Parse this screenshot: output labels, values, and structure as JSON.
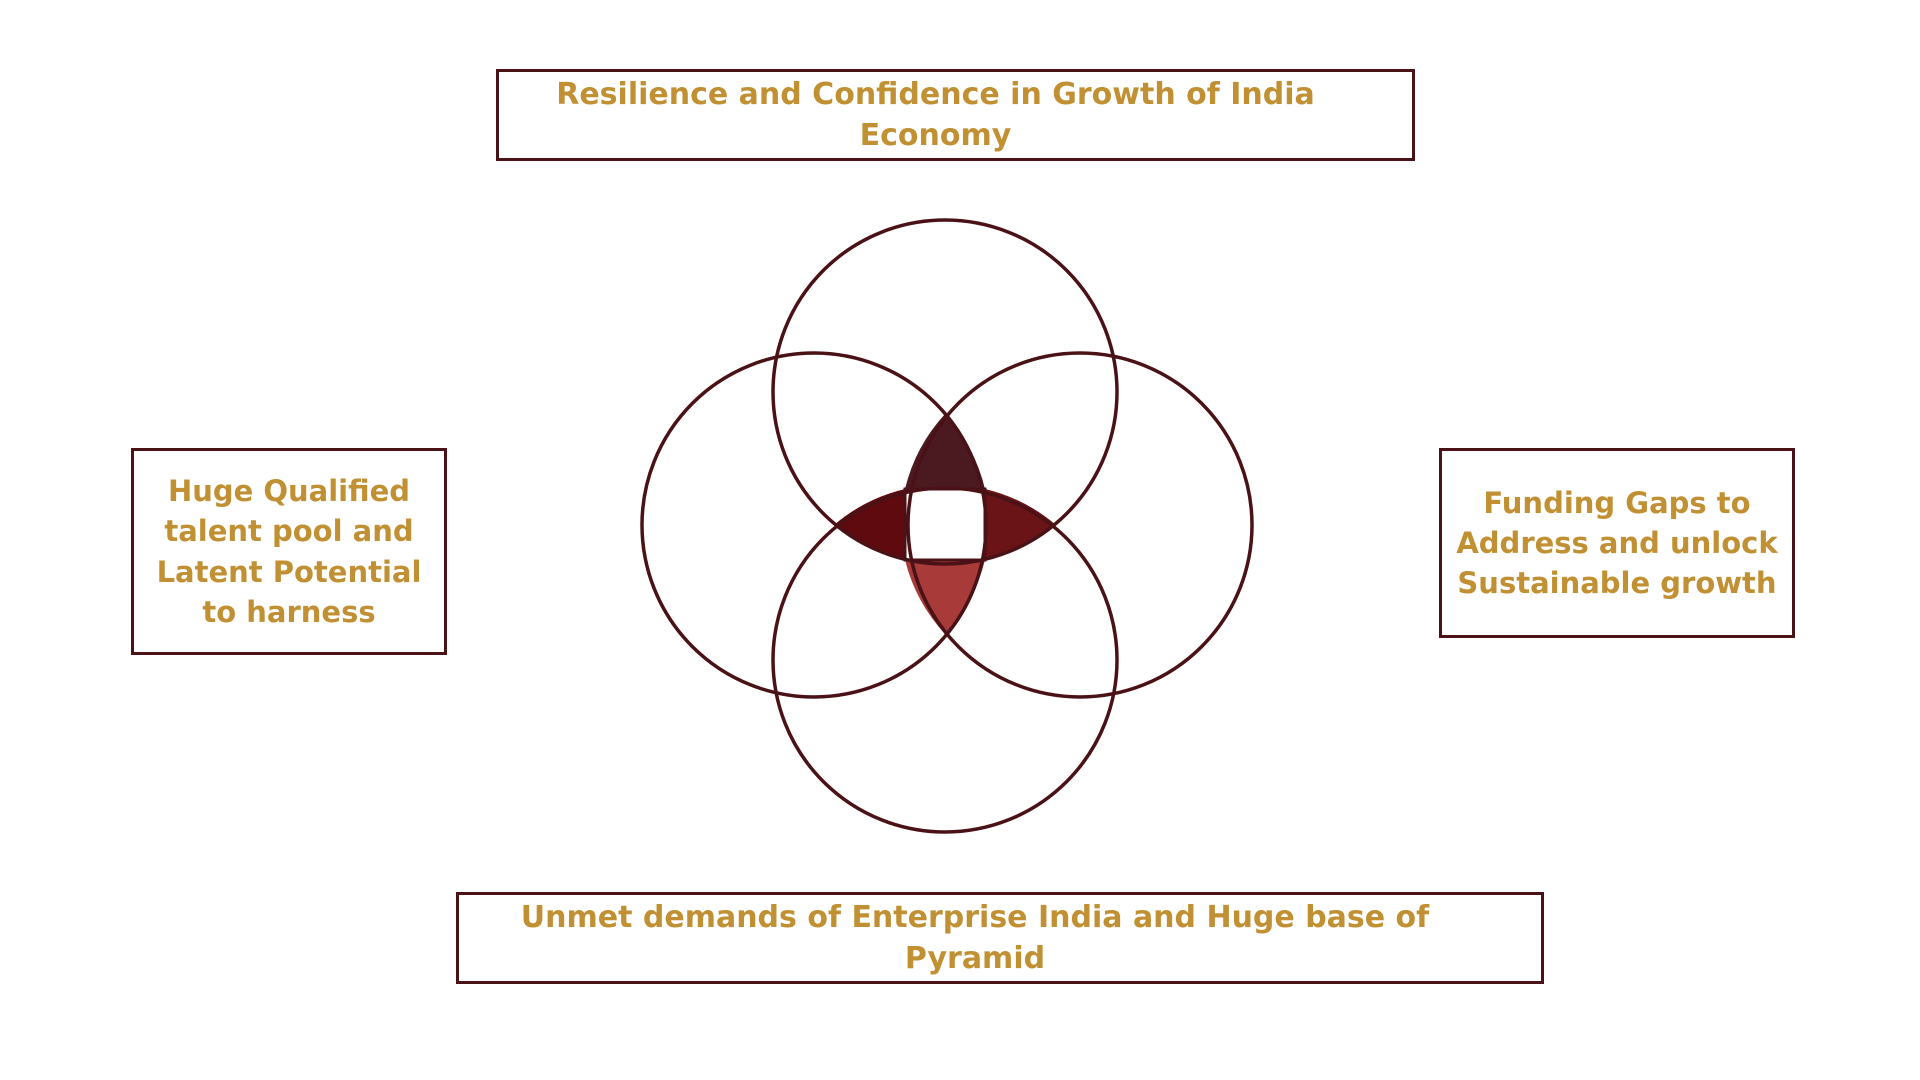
{
  "boxes": {
    "top": "Resilience and Confidence in Growth of India Economy",
    "bottom": "Unmet demands of Enterprise India and Huge base of Pyramid",
    "left": "Huge Qualified talent pool and Latent Potential to harness",
    "right": "Funding Gaps to Address and unlock Sustainable growth"
  },
  "colors": {
    "outline": "#4a1216",
    "text": "#c09033",
    "lens_top": "#4a1a20",
    "lens_left": "#5e0a0e",
    "lens_right": "#6a1417",
    "lens_bottom": "#a83a3a"
  }
}
